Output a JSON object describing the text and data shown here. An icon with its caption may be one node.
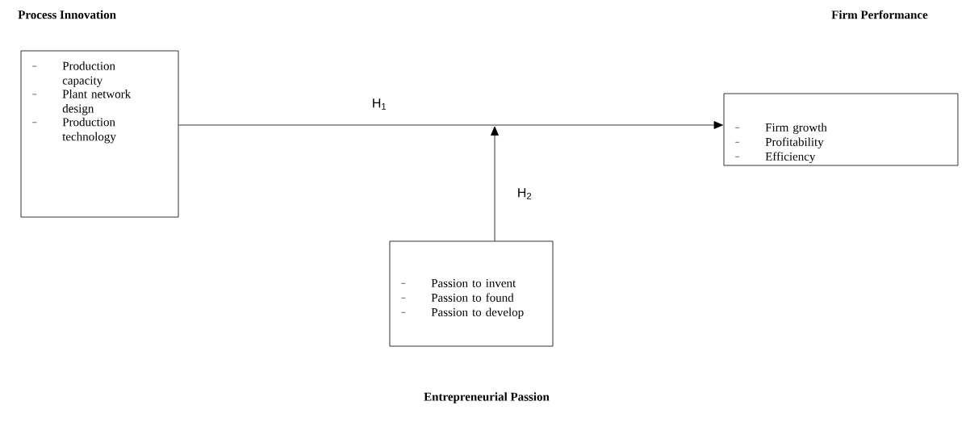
{
  "diagram": {
    "nodes": [
      {
        "text": [
          "Process Innovation",
          "Production capacity",
          "Plant network design",
          "Production technology"
        ]
      },
      {
        "text": [
          "Firm growth",
          "Profitability",
          "Efficiency"
        ]
      },
      {
        "text": [
          "Passion to invent",
          "Passion to found",
          "Passion to develop",
          "Entrepreneurial Passion"
        ]
      }
    ],
    "edges": [
      {
        "from": 0,
        "to": 1,
        "arrow": "to",
        "label": "H$_{1}$"
      },
      {
        "from": 2,
        "to": null,
        "arrow": "to",
        "label": "H$_{2}$"
      }
    ],
    "labels": [
      "Firm Performance"
    ]
  }
}
